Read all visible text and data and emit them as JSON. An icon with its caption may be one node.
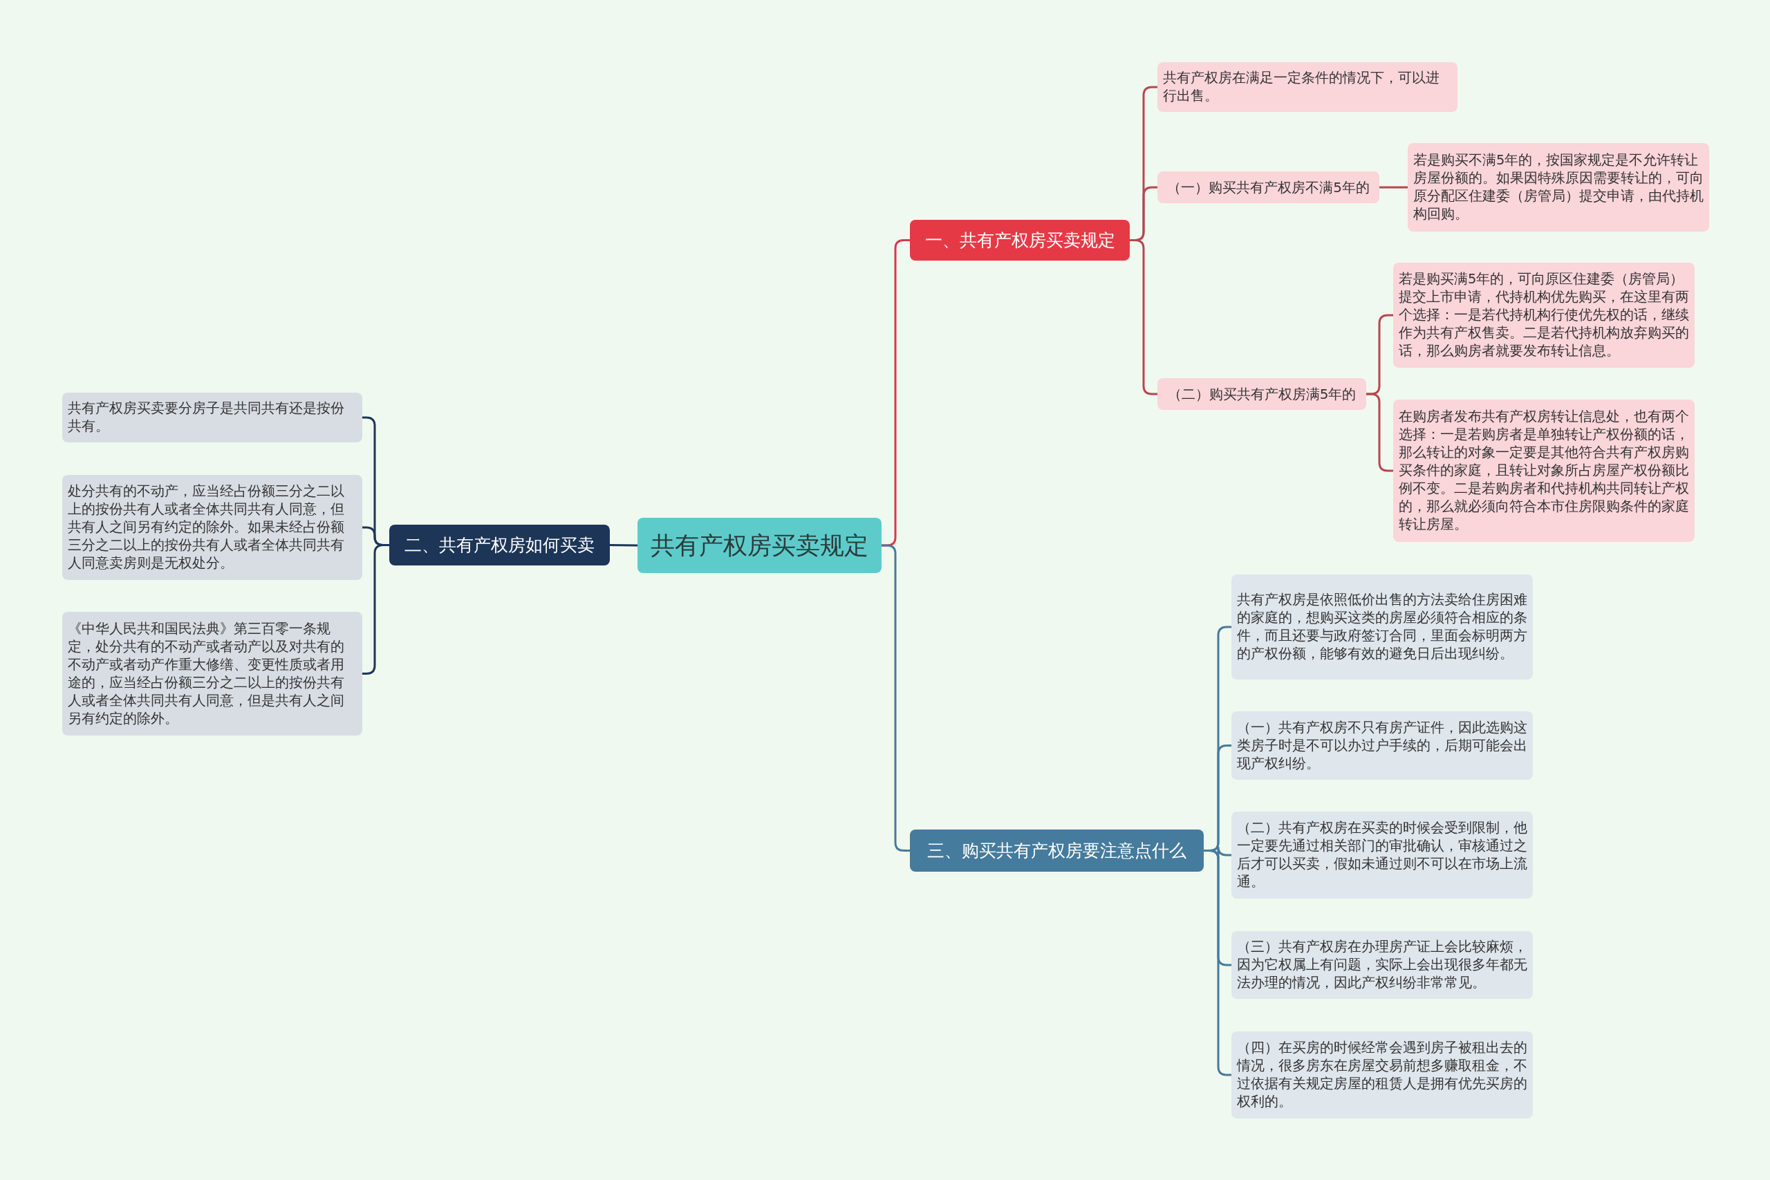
{
  "diagram": {
    "nodes": [
      {
        "text": [
          "共有产权房买卖规定"
        ]
      },
      {
        "text": [
          "一、共有产权房买卖规定"
        ]
      },
      {
        "text": [
          "共有产权房在满足一定条件的情况下，可以进行出售。"
        ]
      },
      {
        "text": [
          "（一）购买共有产权房不满5年的"
        ]
      },
      {
        "text": [
          "若是购买不满5年的，按国家规定是不允许转让房屋份额的。如果因特殊原因需要转让的，可向原分配区住建委（房管局）提交申请，由代持机构回购。"
        ]
      },
      {
        "text": [
          "（二）购买共有产权房满5年的"
        ]
      },
      {
        "text": [
          "若是购买满5年的，可向原区住建委（房管局）提交上市申请，代持机构优先购买，在这里有两个选择：一是若代持机构行使优先权的话，继续作为共有产权售卖。二是若代持机构放弃购买的话，那么购房者就要发布转让信息。"
        ]
      },
      {
        "text": [
          "在购房者发布共有产权房转让信息处，也有两个选择：一是若购房者是单独转让产权份额的话，那么转让的对象一定要是其他符合共有产权房购买条件的家庭，且转让对象所占房屋产权份额比例不变。二是若购房者和代持机构共同转让产权的，那么就必须向符合本市住房限购条件的家庭转让房屋。"
        ]
      },
      {
        "text": [
          "二、共有产权房如何买卖"
        ]
      },
      {
        "text": [
          "共有产权房买卖要分房子是共同共有还是按份共有。"
        ]
      },
      {
        "text": [
          "处分共有的不动产，应当经占份额三分之二以上的按份共有人或者全体共同共有人同意，但共有人之间另有约定的除外。如果未经占份额三分之二以上的按份共有人或者全体共同共有人同意卖房则是无权处分。"
        ]
      },
      {
        "text": [
          "《中华人民共和国民法典》第三百零一条规定，处分共有的不动产或者动产以及对共有的不动产或者动产作重大修缮、变更性质或者用途的，应当经占份额三分之二以上的按份共有人或者全体共同共有人同意，但是共有人之间另有约定的除外。"
        ]
      },
      {
        "text": [
          "三、购买共有产权房要注意点什么"
        ]
      },
      {
        "text": [
          "共有产权房是依照低价出售的方法卖给住房困难的家庭的，想购买这类的房屋必须符合相应的条件，而且还要与政府签订合同，里面会标明两方的产权份额，能够有效的避免日后出现纠纷。"
        ]
      },
      {
        "text": [
          "（一）共有产权房不只有房产证件，因此选购这类房子时是不可以办过户手续的，后期可能会出现产权纠纷。"
        ]
      },
      {
        "text": [
          "（二）共有产权房在买卖的时候会受到限制，他一定要先通过相关部门的审批确认，审核通过之后才可以买卖，假如未通过则不可以在市场上流通。"
        ]
      },
      {
        "text": [
          "（三）共有产权房在办理房产证上会比较麻烦，因为它权属上有问题，实际上会出现很多年都无法办理的情况，因此产权纠纷非常常见。"
        ]
      },
      {
        "text": [
          "（四）在买房的时候经常会遇到房子被租出去的情况，很多房东在房屋交易前想多赚取租金，不过依据有关规定房屋的租赁人是拥有优先买房的权利的。"
        ]
      }
    ],
    "edges": [
      {
        "from": 0,
        "to": 1,
        "arrow": "none",
        "color": "#d9394a"
      },
      {
        "from": 1,
        "to": 2,
        "arrow": "none",
        "color": "#b9454f"
      },
      {
        "from": 1,
        "to": 3,
        "arrow": "none",
        "color": "#b9454f"
      },
      {
        "from": 3,
        "to": 4,
        "arrow": "none",
        "color": "#b9454f"
      },
      {
        "from": 1,
        "to": 5,
        "arrow": "none",
        "color": "#b9454f"
      },
      {
        "from": 5,
        "to": 6,
        "arrow": "none",
        "color": "#b9454f"
      },
      {
        "from": 5,
        "to": 7,
        "arrow": "none",
        "color": "#b9454f"
      },
      {
        "from": 0,
        "to": 8,
        "arrow": "none",
        "color": "#1d3557"
      },
      {
        "from": 8,
        "to": 9,
        "arrow": "none",
        "color": "#1d3557"
      },
      {
        "from": 8,
        "to": 10,
        "arrow": "none",
        "color": "#1d3557"
      },
      {
        "from": 8,
        "to": 11,
        "arrow": "none",
        "color": "#1d3557"
      },
      {
        "from": 0,
        "to": 12,
        "arrow": "none",
        "color": "#457b9d"
      },
      {
        "from": 12,
        "to": 13,
        "arrow": "none",
        "color": "#457b9d"
      },
      {
        "from": 12,
        "to": 14,
        "arrow": "none",
        "color": "#457b9d"
      },
      {
        "from": 12,
        "to": 15,
        "arrow": "none",
        "color": "#457b9d"
      },
      {
        "from": 12,
        "to": 16,
        "arrow": "none",
        "color": "#457b9d"
      },
      {
        "from": 12,
        "to": 17,
        "arrow": "none",
        "color": "#457b9d"
      }
    ]
  }
}
